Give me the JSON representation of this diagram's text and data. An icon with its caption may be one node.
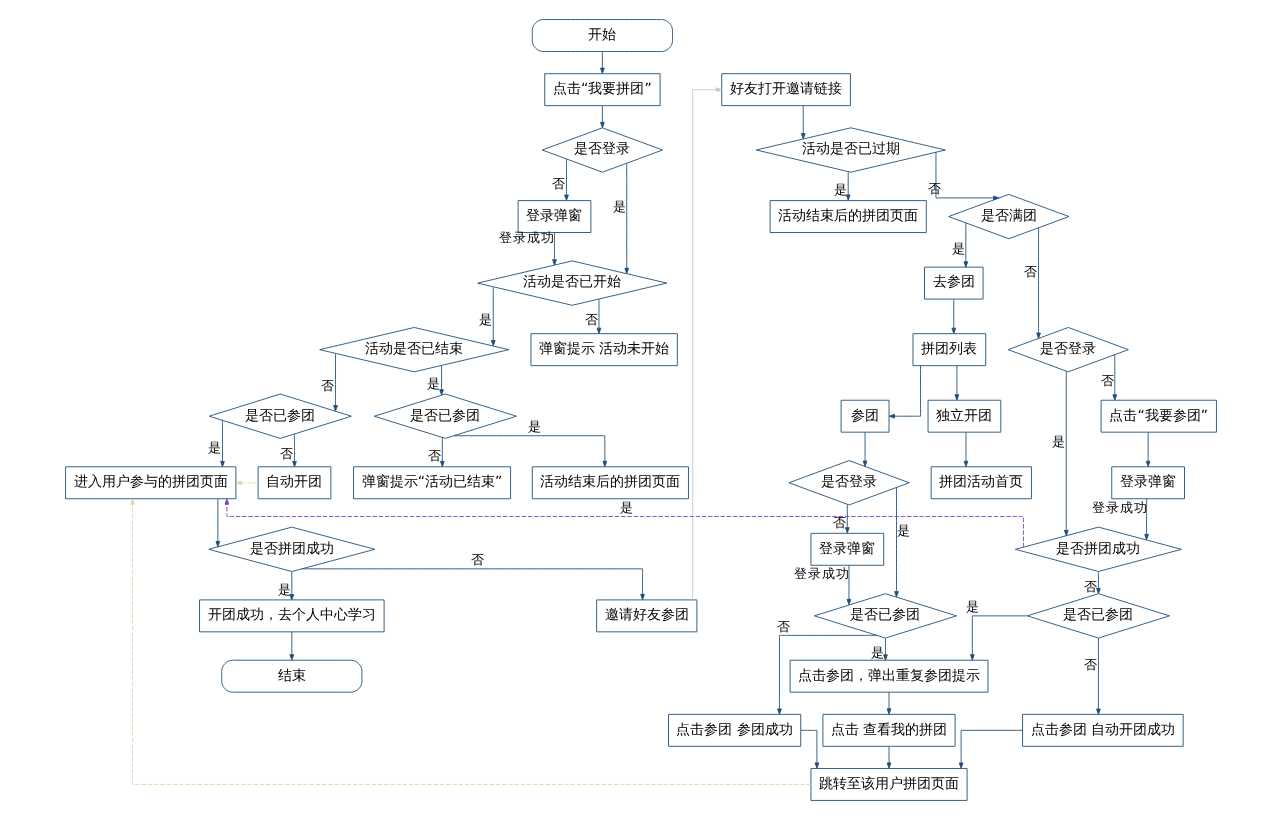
{
  "diagram": {
    "nodes": [
      {
        "text": [
          "开始"
        ]
      },
      {
        "text": [
          "点击“我要拼团”"
        ]
      },
      {
        "text": [
          "是否登录"
        ]
      },
      {
        "text": [
          "登录弹窗"
        ]
      },
      {
        "text": [
          "活动是否已开始"
        ]
      },
      {
        "text": [
          "弹窗提示 活动未开始"
        ]
      },
      {
        "text": [
          "活动是否已结束"
        ]
      },
      {
        "text": [
          "是否已参团"
        ]
      },
      {
        "text": [
          "活动结束后的拼团页面"
        ]
      },
      {
        "text": [
          "弹窗提示“活动已结束”"
        ]
      },
      {
        "text": [
          "是否已参团"
        ]
      },
      {
        "text": [
          "自动开团"
        ]
      },
      {
        "text": [
          "进入用户参与的拼团页面"
        ]
      },
      {
        "text": [
          "是否拼团成功"
        ]
      },
      {
        "text": [
          "邀请好友参团"
        ]
      },
      {
        "text": [
          "开团成功，去个人中心学习"
        ]
      },
      {
        "text": [
          "结束"
        ]
      },
      {
        "text": [
          "好友打开邀请链接"
        ]
      },
      {
        "text": [
          "活动是否已过期"
        ]
      },
      {
        "text": [
          "活动结束后的拼团页面"
        ]
      },
      {
        "text": [
          "是否满团"
        ]
      },
      {
        "text": [
          "去参团"
        ]
      },
      {
        "text": [
          "拼团列表"
        ]
      },
      {
        "text": [
          "独立开团"
        ]
      },
      {
        "text": [
          "拼团活动首页"
        ]
      },
      {
        "text": [
          "参团"
        ]
      },
      {
        "text": [
          "是否登录"
        ]
      },
      {
        "text": [
          "登录弹窗"
        ]
      },
      {
        "text": [
          "是否已参团"
        ]
      },
      {
        "text": [
          "点击参团，弹出重复参团提示"
        ]
      },
      {
        "text": [
          "点击参团 参团成功"
        ]
      },
      {
        "text": [
          "点击 查看我的拼团"
        ]
      },
      {
        "text": [
          "是否登录"
        ]
      },
      {
        "text": [
          "点击“我要参团”"
        ]
      },
      {
        "text": [
          "登录弹窗"
        ]
      },
      {
        "text": [
          "是否拼团成功"
        ]
      },
      {
        "text": [
          "是否已参团"
        ]
      },
      {
        "text": [
          "点击参团 自动开团成功"
        ]
      },
      {
        "text": [
          "跳转至该用户拼团页面"
        ]
      }
    ],
    "edges": [
      {
        "from": 0,
        "to": 1,
        "arrow": "to"
      },
      {
        "from": 1,
        "to": 2,
        "arrow": "to"
      },
      {
        "from": 2,
        "to": 3,
        "arrow": "to",
        "label": "否"
      },
      {
        "from": 2,
        "to": 4,
        "arrow": "to",
        "label": "是"
      },
      {
        "from": 3,
        "to": 4,
        "arrow": "to",
        "label": "登录成功"
      },
      {
        "from": 4,
        "to": 5,
        "arrow": "to",
        "label": "否"
      },
      {
        "from": 4,
        "to": 6,
        "arrow": "to",
        "label": "是"
      },
      {
        "from": 6,
        "to": 7,
        "arrow": "to",
        "label": "是"
      },
      {
        "from": 7,
        "to": 8,
        "arrow": "to",
        "label": "是"
      },
      {
        "from": 7,
        "to": 9,
        "arrow": "to",
        "label": "否"
      },
      {
        "from": 6,
        "to": 10,
        "arrow": "to",
        "label": "否"
      },
      {
        "from": 10,
        "to": 11,
        "arrow": "to",
        "label": "否"
      },
      {
        "from": 10,
        "to": 12,
        "arrow": "to",
        "label": "是"
      },
      {
        "from": 11,
        "to": 12,
        "arrow": "to",
        "style": "dashed",
        "color": "#e0d4a8"
      },
      {
        "from": 12,
        "to": 13,
        "arrow": "to"
      },
      {
        "from": 13,
        "to": 14,
        "arrow": "to",
        "label": "否"
      },
      {
        "from": 13,
        "to": 15,
        "arrow": "to",
        "label": "是"
      },
      {
        "from": 15,
        "to": 16,
        "arrow": "to"
      },
      {
        "from": 14,
        "to": 17,
        "arrow": "to",
        "color": "#c8c8c8"
      },
      {
        "from": 17,
        "to": 18,
        "arrow": "to"
      },
      {
        "from": 18,
        "to": 19,
        "arrow": "to",
        "label": "是"
      },
      {
        "from": 18,
        "to": 20,
        "arrow": "to",
        "label": "否"
      },
      {
        "from": 20,
        "to": 21,
        "arrow": "to",
        "label": "是"
      },
      {
        "from": 21,
        "to": 22,
        "arrow": "to"
      },
      {
        "from": 22,
        "to": 23,
        "arrow": "to"
      },
      {
        "from": 22,
        "to": 25,
        "arrow": "to"
      },
      {
        "from": 23,
        "to": 24,
        "arrow": "to"
      },
      {
        "from": 25,
        "to": 26,
        "arrow": "to"
      },
      {
        "from": 26,
        "to": 27,
        "arrow": "to",
        "label": "否"
      },
      {
        "from": 26,
        "to": 28,
        "arrow": "to",
        "label": "是"
      },
      {
        "from": 27,
        "to": 28,
        "arrow": "to",
        "label": "登录成功"
      },
      {
        "from": 28,
        "to": 29,
        "arrow": "to",
        "label": "是"
      },
      {
        "from": 28,
        "to": 30,
        "arrow": "to",
        "label": "否"
      },
      {
        "from": 29,
        "to": 31,
        "arrow": "to"
      },
      {
        "from": 20,
        "to": 32,
        "arrow": "to",
        "label": "否"
      },
      {
        "from": 32,
        "to": 33,
        "arrow": "to",
        "label": "否"
      },
      {
        "from": 33,
        "to": 34,
        "arrow": "to"
      },
      {
        "from": 32,
        "to": 35,
        "arrow": "to",
        "label": "是"
      },
      {
        "from": 34,
        "to": 35,
        "arrow": "to",
        "label": "登录成功"
      },
      {
        "from": 35,
        "to": 12,
        "arrow": "to",
        "label": "是",
        "style": "dashed",
        "color": "#7b3fbf"
      },
      {
        "from": 35,
        "to": 36,
        "arrow": "to",
        "label": "否"
      },
      {
        "from": 36,
        "to": 29,
        "arrow": "to",
        "label": "是"
      },
      {
        "from": 36,
        "to": 37,
        "arrow": "to",
        "label": "否"
      },
      {
        "from": 37,
        "to": 38,
        "arrow": "to"
      },
      {
        "from": 31,
        "to": 38,
        "arrow": "to"
      },
      {
        "from": 30,
        "to": 38,
        "arrow": "to"
      },
      {
        "from": 38,
        "to": 12,
        "arrow": "to",
        "style": "dashed",
        "color": "#e0d4a8"
      }
    ]
  }
}
